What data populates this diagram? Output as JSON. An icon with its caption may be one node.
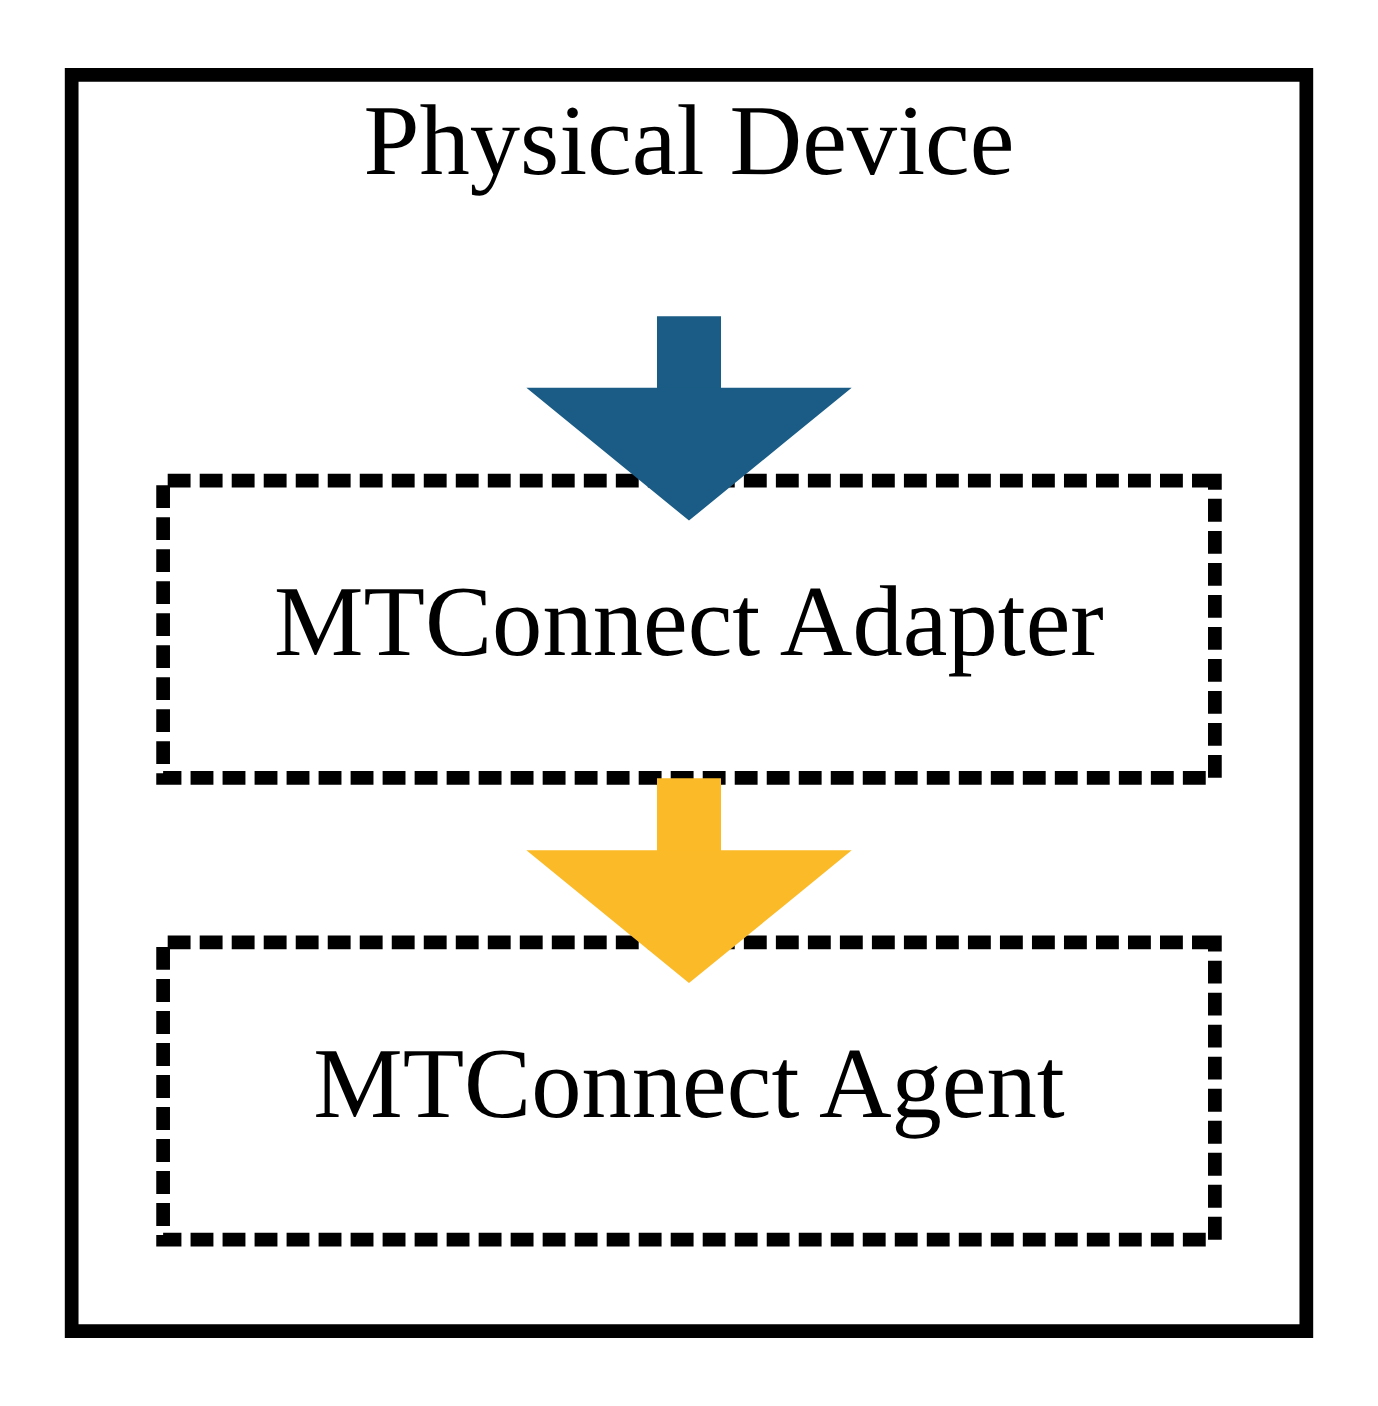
{
  "diagram": {
    "nodes": [
      {
        "text": [
          "Physical Device"
        ]
      },
      {
        "text": [
          "MTConnect Adapter"
        ],
        "in": 0
      },
      {
        "text": [
          "MTConnect Agent"
        ],
        "in": 0
      }
    ],
    "edges": [
      {
        "from": 0,
        "to": 1,
        "arrow": "to",
        "color": "#1a5c85"
      },
      {
        "from": 1,
        "to": 2,
        "arrow": "to",
        "color": "#fbba27"
      }
    ]
  }
}
